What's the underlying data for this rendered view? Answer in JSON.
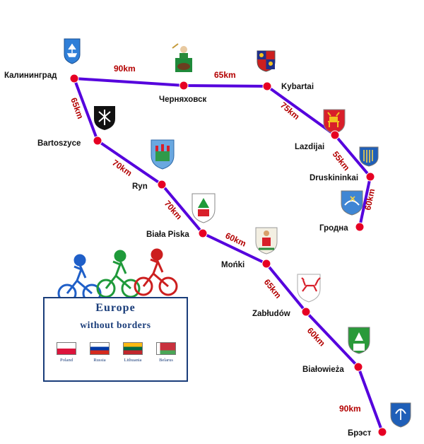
{
  "cities": [
    {
      "name": "Калининград"
    },
    {
      "name": "Черняховск"
    },
    {
      "name": "Kybartai"
    },
    {
      "name": "Lazdijai"
    },
    {
      "name": "Druskininkai"
    },
    {
      "name": "Гродна"
    },
    {
      "name": "Bartoszyce"
    },
    {
      "name": "Ryn"
    },
    {
      "name": "Biała Piska"
    },
    {
      "name": "Mońki"
    },
    {
      "name": "Zabłudów"
    },
    {
      "name": "Białowieża"
    },
    {
      "name": "Брэст"
    }
  ],
  "distances": [
    {
      "label": "90km"
    },
    {
      "label": "65km"
    },
    {
      "label": "75km"
    },
    {
      "label": "55km"
    },
    {
      "label": "60km"
    },
    {
      "label": "65km"
    },
    {
      "label": "70km"
    },
    {
      "label": "70km"
    },
    {
      "label": "60km"
    },
    {
      "label": "65km"
    },
    {
      "label": "60km"
    },
    {
      "label": "90km"
    }
  ],
  "legend": {
    "title_line1": "Europe",
    "title_line2": "without borders",
    "countries": [
      {
        "name": "Poland"
      },
      {
        "name": "Russia"
      },
      {
        "name": "Lithuania"
      },
      {
        "name": "Belarus"
      }
    ]
  },
  "colors": {
    "route": "#5500dd",
    "city_dot": "#e60023",
    "distance_text": "#b30000",
    "legend_text": "#1a3d7a"
  }
}
